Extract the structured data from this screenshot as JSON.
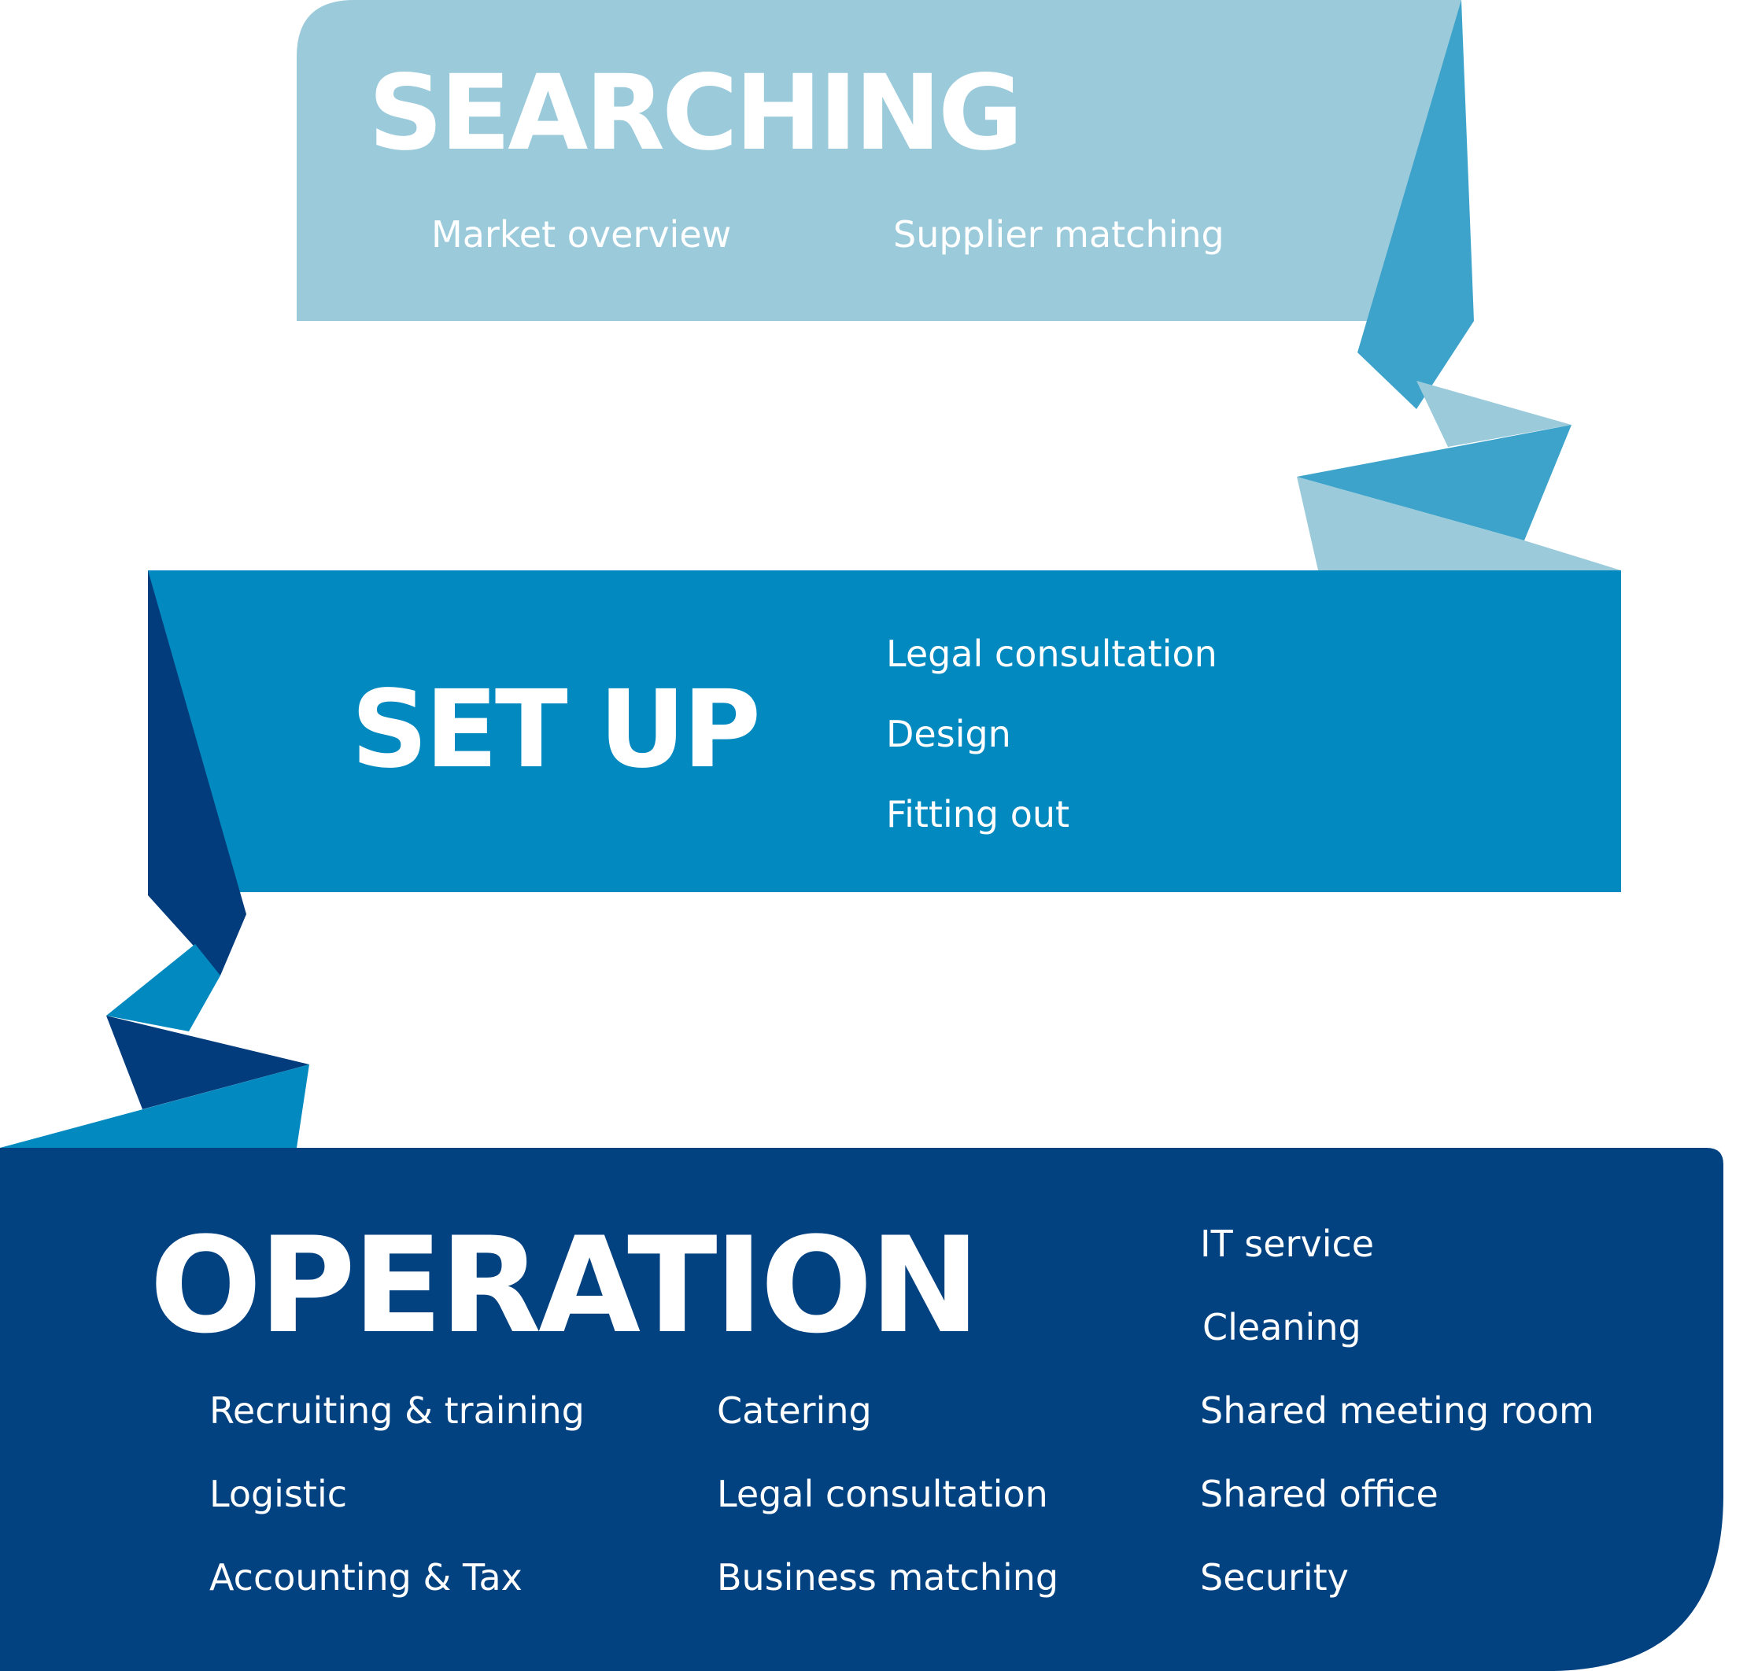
{
  "colors": {
    "light_blue": "#9bcadb",
    "mid_blue": "#3ea3ca",
    "setup_blue": "#0289bf",
    "dark_blue": "#023c7c",
    "operation_navy": "#034281",
    "text": "#ffffff"
  },
  "searching": {
    "title": "SEARCHING",
    "items": [
      "Market overview",
      "Supplier matching"
    ]
  },
  "setup": {
    "title": "SET UP",
    "items": [
      "Legal consultation",
      "Design",
      "Fitting out"
    ]
  },
  "operation": {
    "title": "OPERATION",
    "columns": [
      [
        "Recruiting & training",
        "Logistic",
        "Accounting & Tax"
      ],
      [
        "Catering",
        "Legal consultation",
        "Business matching"
      ],
      [
        "IT service",
        "Cleaning",
        "Shared meeting room",
        "Shared office",
        "Security"
      ]
    ]
  }
}
